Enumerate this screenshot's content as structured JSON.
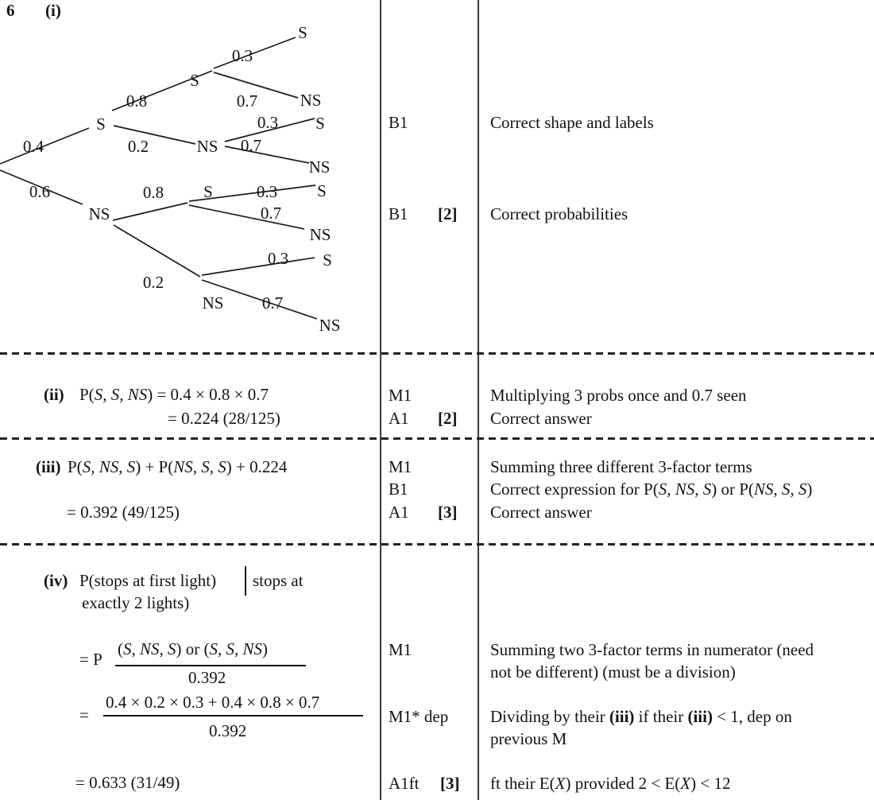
{
  "document": {
    "question_number": "6",
    "part_i_label": "(i)",
    "part_ii": {
      "label": "(ii)",
      "line1": {
        "s0": "P(",
        "s1": "S, S, NS",
        "s2": ") = 0.4 × 0.8 × 0.7"
      },
      "line2": "= 0.224 (28/125)"
    },
    "part_iii": {
      "label": "(iii)",
      "line1": {
        "s0": "P(",
        "s1": "S, NS, S",
        "s2": ") + P(",
        "s3": "NS, S, S",
        "s4": ") + 0.224"
      },
      "line2": "= 0.392 (49/125)"
    },
    "part_iv": {
      "label": "(iv)",
      "line1a": "P(stops at first light)",
      "line1b": "stops at",
      "line2": "exactly 2 lights)",
      "eq1_prefix": "= P",
      "frac1_num": {
        "s0": "(",
        "s1": "S, NS, S",
        "s2": ") or (",
        "s3": "S, S, NS",
        "s4": ")"
      },
      "frac1_den": "0.392",
      "eq2_prefix": "=",
      "frac2_num": "0.4 × 0.2 × 0.3 + 0.4 × 0.8 × 0.7",
      "frac2_den": "0.392",
      "result": "= 0.633 (31/49)"
    }
  },
  "tree": {
    "labels": [
      {
        "t": "0.4"
      },
      {
        "t": "0.6"
      },
      {
        "t": "S"
      },
      {
        "t": "NS"
      },
      {
        "t": "0.8"
      },
      {
        "t": "0.2"
      },
      {
        "t": "0.8"
      },
      {
        "t": "0.2"
      },
      {
        "t": "S"
      },
      {
        "t": "NS"
      },
      {
        "t": "S"
      },
      {
        "t": "NS"
      },
      {
        "t": "0.3"
      },
      {
        "t": "0.7"
      },
      {
        "t": "0.3"
      },
      {
        "t": "0.7"
      },
      {
        "t": "0.3"
      },
      {
        "t": "0.7"
      },
      {
        "t": "0.3"
      },
      {
        "t": "0.7"
      },
      {
        "t": "S"
      },
      {
        "t": "NS"
      },
      {
        "t": "S"
      },
      {
        "t": "NS"
      },
      {
        "t": "S"
      },
      {
        "t": "NS"
      },
      {
        "t": "S"
      },
      {
        "t": "NS"
      }
    ]
  },
  "marks": [
    {
      "code": "B1",
      "total": ""
    },
    {
      "code": "B1",
      "total": "[2]"
    },
    {
      "code": "M1",
      "total": ""
    },
    {
      "code": "A1",
      "total": "[2]"
    },
    {
      "code": "M1",
      "total": ""
    },
    {
      "code": "B1",
      "total": ""
    },
    {
      "code": "A1",
      "total": "[3]"
    },
    {
      "code": "M1",
      "total": ""
    },
    {
      "code": "M1* dep",
      "total": ""
    },
    {
      "code": "A1ft",
      "total": "[3]"
    }
  ],
  "comments": [
    {
      "s0": "Correct shape and labels"
    },
    {
      "s0": "Correct probabilities"
    },
    {
      "s0": "Multiplying 3 probs once and 0.7 seen"
    },
    {
      "s0": "Correct answer"
    },
    {
      "s0": "Summing three different 3-factor terms"
    },
    {
      "s0": "Correct expression for P(",
      "s1": "S, NS, S",
      "s2": ") or P(",
      "s3": "NS, S, S",
      "s4": ")"
    },
    {
      "s0": "Correct answer"
    },
    {
      "s0": "Summing two 3-factor terms in numerator (need"
    },
    {
      "s0": "not be different) (must be a division)"
    },
    {
      "s0": "Dividing by their ",
      "s1": "(iii)",
      "s2": " if their ",
      "s3": "(iii)",
      "s4": " < 1, dep on"
    },
    {
      "s0": "previous M"
    },
    {
      "s0": "ft their E(",
      "s1": "X",
      "s2": ") provided 2 < E(",
      "s3": "X",
      "s4": ") < 12"
    }
  ]
}
